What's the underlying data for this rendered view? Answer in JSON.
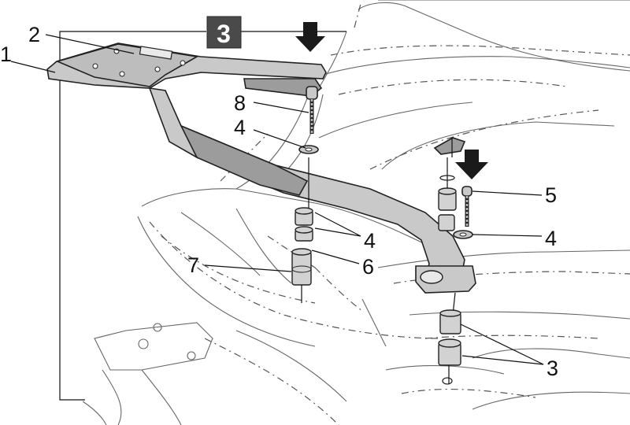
{
  "step": {
    "number": "3"
  },
  "callouts": [
    {
      "id": "1",
      "text": "1"
    },
    {
      "id": "2",
      "text": "2"
    },
    {
      "id": "8",
      "text": "8"
    },
    {
      "id": "4a",
      "text": "4"
    },
    {
      "id": "5",
      "text": "5"
    },
    {
      "id": "4b",
      "text": "4"
    },
    {
      "id": "4c",
      "text": "4"
    },
    {
      "id": "7",
      "text": "7"
    },
    {
      "id": "6",
      "text": "6"
    },
    {
      "id": "3",
      "text": "3"
    }
  ],
  "colors": {
    "badge": "#4a4a4a",
    "part_fill": "#c9c9c9",
    "line": "#222222",
    "arrow": "#1a1a1a"
  }
}
